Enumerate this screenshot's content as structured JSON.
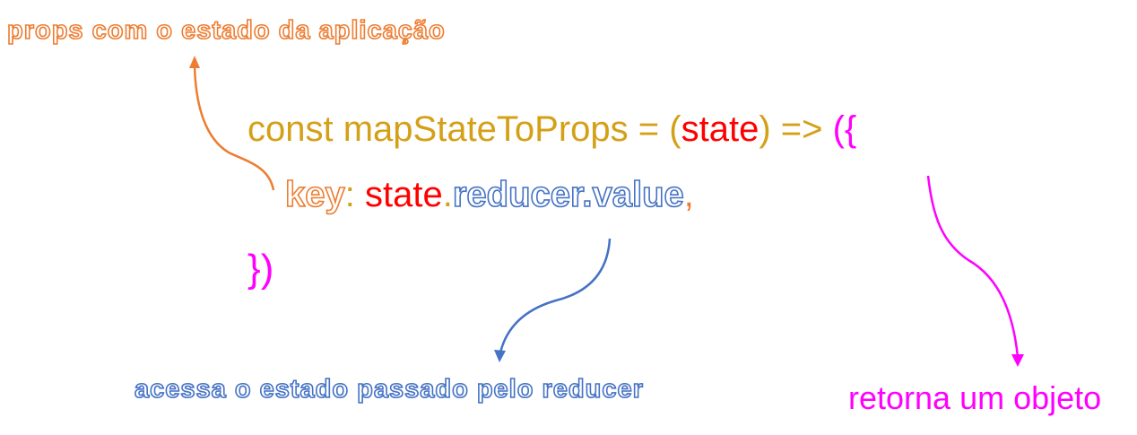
{
  "labels": {
    "props_note": "props com o estado da aplicação",
    "reducer_note": "acessa o estado passado pelo reducer",
    "return_note": "retorna um objeto"
  },
  "code": {
    "line1": {
      "prefix": "const mapStateToProps = ",
      "open_paren": "(",
      "param": "state",
      "close_paren_arrow": ") => ",
      "open_brace": "({"
    },
    "line2": {
      "key": "key",
      "colon": ":",
      "state_ref": " state",
      "dot": ".",
      "path": "reducer.value",
      "comma": ","
    },
    "line3": {
      "close": "})"
    }
  },
  "colors": {
    "keyword": "#D4A017",
    "state": "#FF0000",
    "object_braces": "#FF00FF",
    "props_annotation": "#ED7D31",
    "reducer_annotation": "#4472C4",
    "return_annotation": "#FF00FF"
  }
}
